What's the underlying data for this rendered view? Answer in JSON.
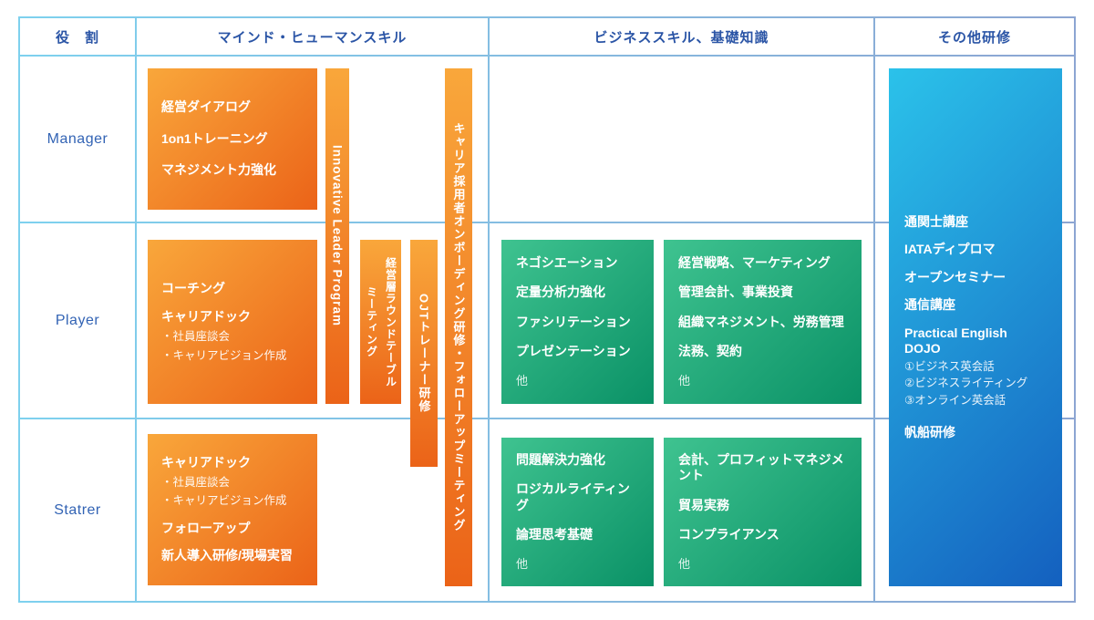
{
  "colors": {
    "orange_start": "#f9a73b",
    "orange_end": "#eb6318",
    "green_start": "#3fc390",
    "green_end": "#0a9166",
    "blue_start": "#2bc2ea",
    "blue_end": "#1460bf",
    "border_left": "#7ed1ee",
    "border_right": "#8ca5d2",
    "header_text": "#2b55a6",
    "role_text": "#3263b4"
  },
  "headers": {
    "role": "役　割",
    "mind": "マインド・ヒューマンスキル",
    "business": "ビジネススキル、基礎知識",
    "other": "その他研修"
  },
  "roles": {
    "manager": "Manager",
    "player": "Player",
    "starter": "Statrer"
  },
  "mind": {
    "manager": {
      "lines": [
        "経営ダイアログ",
        "1on1トレーニング",
        "マネジメント力強化"
      ]
    },
    "player": {
      "coaching": "コーチング",
      "careerdock": "キャリアドック",
      "bullets": [
        "・社員座談会",
        "・キャリアビジョン作成"
      ]
    },
    "starter": {
      "careerdock": "キャリアドック",
      "bullets": [
        "・社員座談会",
        "・キャリアビジョン作成"
      ],
      "followup": "フォローアップ",
      "training": "新人導入研修/現場実習"
    },
    "bars": {
      "innovative": "Innovative Leader Program",
      "roundtable": [
        "経営層ラウンドテーブル",
        "ミーティング"
      ],
      "ojt": "OJTトレーナー研修",
      "onboarding": "キャリア採用者オンボーディング研修・フォローアップミーティング"
    }
  },
  "business": {
    "player_left": {
      "items": [
        "ネゴシエーション",
        "定量分析力強化",
        "ファシリテーション",
        "プレゼンテーション"
      ],
      "other": "他"
    },
    "player_right": {
      "items": [
        "経営戦略、マーケティング",
        "管理会計、事業投資",
        "組織マネジメント、労務管理",
        "法務、契約"
      ],
      "other": "他"
    },
    "starter_left": {
      "items": [
        "問題解決力強化",
        "ロジカルライティング",
        "論理思考基礎"
      ],
      "other": "他"
    },
    "starter_right": {
      "items": [
        "会計、プロフィットマネジメント",
        "貿易実務",
        "コンプライアンス"
      ],
      "other": "他"
    }
  },
  "other_training": {
    "items": [
      "通関士講座",
      "IATAディプロマ",
      "オープンセミナー",
      "通信講座"
    ],
    "english": {
      "title": "Practical English DOJO",
      "subs": [
        "①ビジネス英会話",
        "②ビジネスライティング",
        "③オンライン英会話"
      ]
    },
    "last": "帆船研修"
  }
}
